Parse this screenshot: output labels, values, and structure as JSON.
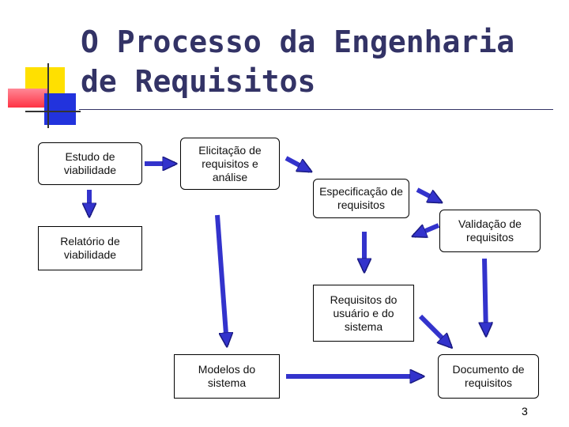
{
  "title": "O Processo da Engenharia de Requisitos",
  "boxes": {
    "estudo": "Estudo de viabilidade",
    "elicitacao": "Elicitação de requisitos e análise",
    "especificacao": "Especificação de requisitos",
    "validacao": "Validação de requisitos",
    "relatorio": "Relatório de viabilidade",
    "requisitos_usuario": "Requisitos do usuário e do sistema",
    "modelos": "Modelos do sistema",
    "documento": "Documento de requisitos"
  },
  "page_number": "3",
  "colors": {
    "arrow": "#3333CC",
    "title": "#333366",
    "deco_yellow": "#FFE000",
    "deco_red": "#FF3344",
    "deco_blue": "#2233DD"
  }
}
